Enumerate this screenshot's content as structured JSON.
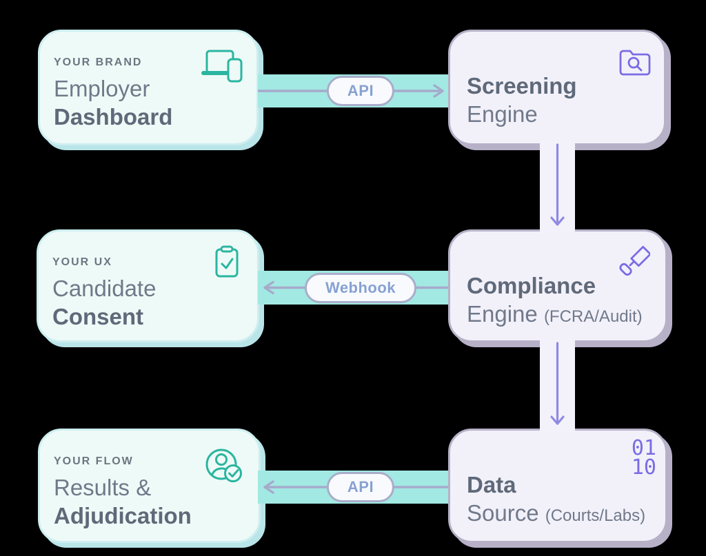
{
  "diagram": {
    "left_column": [
      {
        "kicker": "YOUR BRAND",
        "title": "Employer",
        "title_bold": "Dashboard",
        "icon": "devices-icon"
      },
      {
        "kicker": "YOUR UX",
        "title": "Candidate",
        "title_bold": "Consent",
        "icon": "clipboard-check-icon"
      },
      {
        "kicker": "YOUR FLOW",
        "title": "Results &",
        "title_bold": "Adjudication",
        "icon": "user-check-icon"
      }
    ],
    "right_column": [
      {
        "title_bold": "Screening",
        "title": "Engine",
        "note": "",
        "icon": "folder-search-icon"
      },
      {
        "title_bold": "Compliance",
        "title": "Engine",
        "note": "(FCRA/Audit)",
        "icon": "gavel-icon"
      },
      {
        "title_bold": "Data",
        "title": "Source",
        "note": "(Courts/Labs)",
        "icon": "binary-icon",
        "binary_top": "01",
        "binary_bottom": "10"
      }
    ],
    "connectors": [
      {
        "label": "API",
        "direction": "right"
      },
      {
        "label": "Webhook",
        "direction": "left"
      },
      {
        "label": "API",
        "direction": "left"
      }
    ]
  },
  "colors": {
    "teal_accent": "#2ab5a0",
    "purple_accent": "#7b6ce4",
    "teal_band": "#a2e9e3",
    "lavender_band": "#f3f2fb",
    "mint_fill": "#eefaf7",
    "lavender_fill": "#f2f1fa",
    "mint_shadow": "#b9e5e9",
    "lavender_shadow": "#b7b1c8",
    "pill_text": "#87a1d2",
    "pill_border": "#a9adca",
    "arrow_horizontal": "#a6aacb",
    "arrow_vertical": "#8f8ae3",
    "text_bold": "#5f6979",
    "text_regular": "#70798a",
    "text_kicker": "#6c7582"
  }
}
